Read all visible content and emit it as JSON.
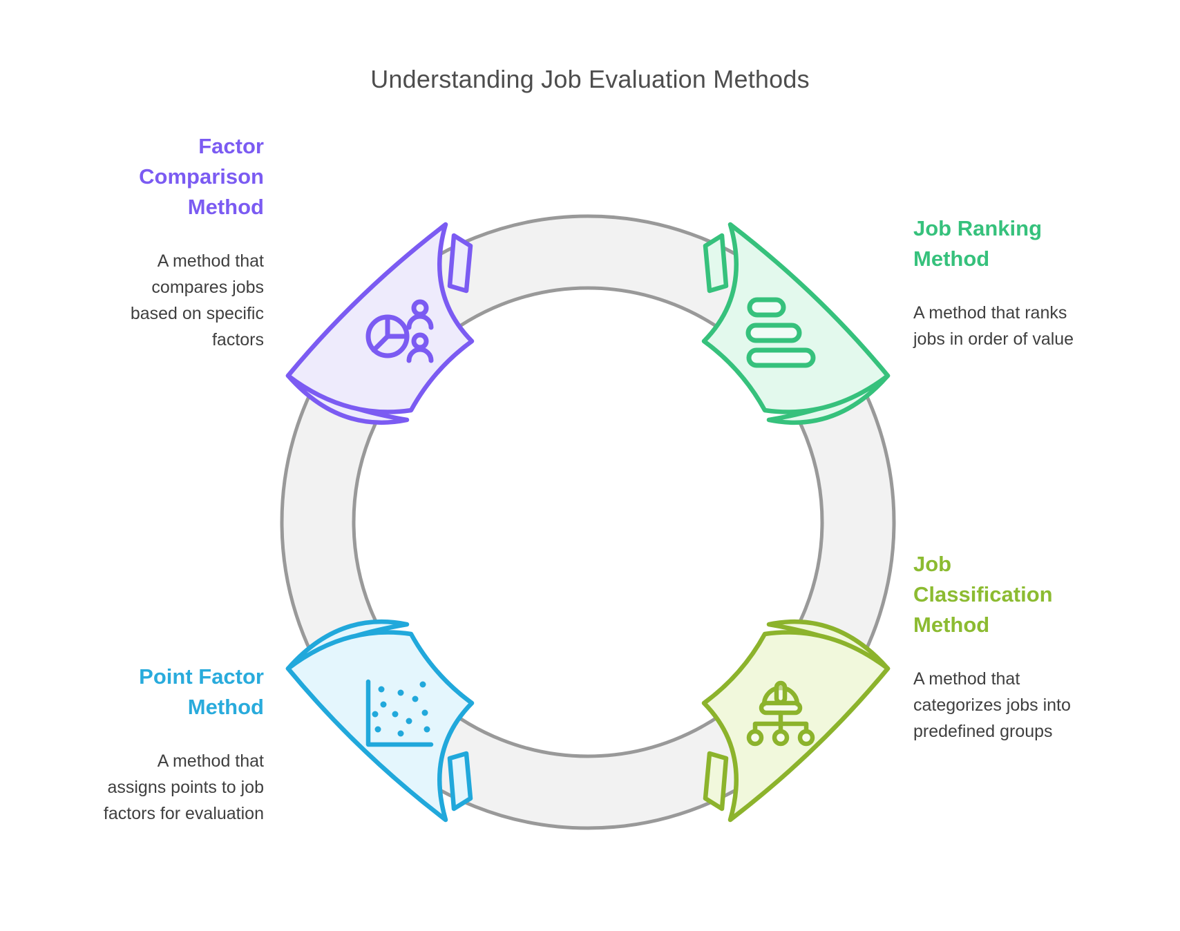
{
  "title": "Understanding Job Evaluation Methods",
  "title_color": "#4D4D4D",
  "text_color": "#3F3F3F",
  "ring": {
    "fill": "#F2F2F2",
    "stroke": "#999999"
  },
  "methods": [
    {
      "id": "factor-comparison",
      "position": "top-left",
      "heading": "Factor\nComparison\nMethod",
      "description": "A method that\ncompares jobs\nbased on specific\nfactors",
      "accent_color": "#7B5BF2",
      "fill_color": "#EEEBFC",
      "icon": "pie-chart-people-icon"
    },
    {
      "id": "job-ranking",
      "position": "top-right",
      "heading": "Job Ranking\nMethod",
      "description": "A method that ranks\njobs in order of value",
      "accent_color": "#36C17C",
      "fill_color": "#E3F9ED",
      "icon": "ranking-bars-icon"
    },
    {
      "id": "job-classification",
      "position": "bottom-right",
      "heading": "Job\nClassification\nMethod",
      "description": "A method that\ncategorizes jobs into\npredefined groups",
      "accent_color": "#8CB32C",
      "fill_color": "#F1F8DC",
      "icon": "hard-hat-hierarchy-icon"
    },
    {
      "id": "point-factor",
      "position": "bottom-left",
      "heading": "Point Factor\nMethod",
      "description": "A method that\nassigns points to job\nfactors for evaluation",
      "accent_color": "#21A8DB",
      "fill_color": "#E4F6FD",
      "icon": "scatter-plot-icon"
    }
  ]
}
